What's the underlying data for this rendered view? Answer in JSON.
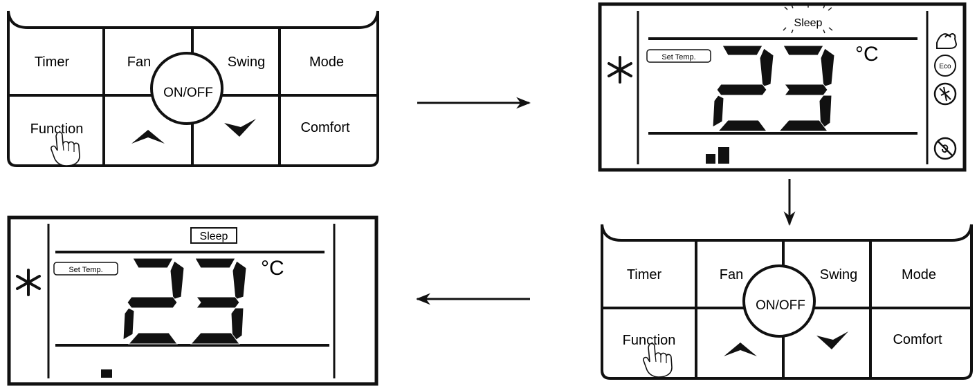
{
  "remote_top": {
    "timer": "Timer",
    "fan": "Fan",
    "swing": "Swing",
    "mode": "Mode",
    "function": "Function",
    "comfort": "Comfort",
    "onoff": "ON/OFF"
  },
  "remote_bottom": {
    "timer": "Timer",
    "fan": "Fan",
    "swing": "Swing",
    "mode": "Mode",
    "function": "Function",
    "comfort": "Comfort",
    "onoff": "ON/OFF"
  },
  "display_right": {
    "sleep": "Sleep",
    "set_temp": "Set Temp.",
    "temperature": "23",
    "unit": "°C",
    "eco": "Eco",
    "sleep_blinking": true,
    "fan_bars": 2
  },
  "display_left": {
    "sleep": "Sleep",
    "set_temp": "Set Temp.",
    "temperature": "23",
    "unit": "°C",
    "sleep_blinking": false,
    "fan_bars": 1
  },
  "icons": {
    "snowflake": "snowflake-icon",
    "hand": "hand-pointer-icon",
    "up": "chevron-up-icon",
    "down": "chevron-down-icon",
    "arm": "flexed-arm-icon",
    "eco": "eco-icon",
    "no_mosquito": "no-mosquito-icon",
    "no_smell": "no-odor-icon"
  }
}
